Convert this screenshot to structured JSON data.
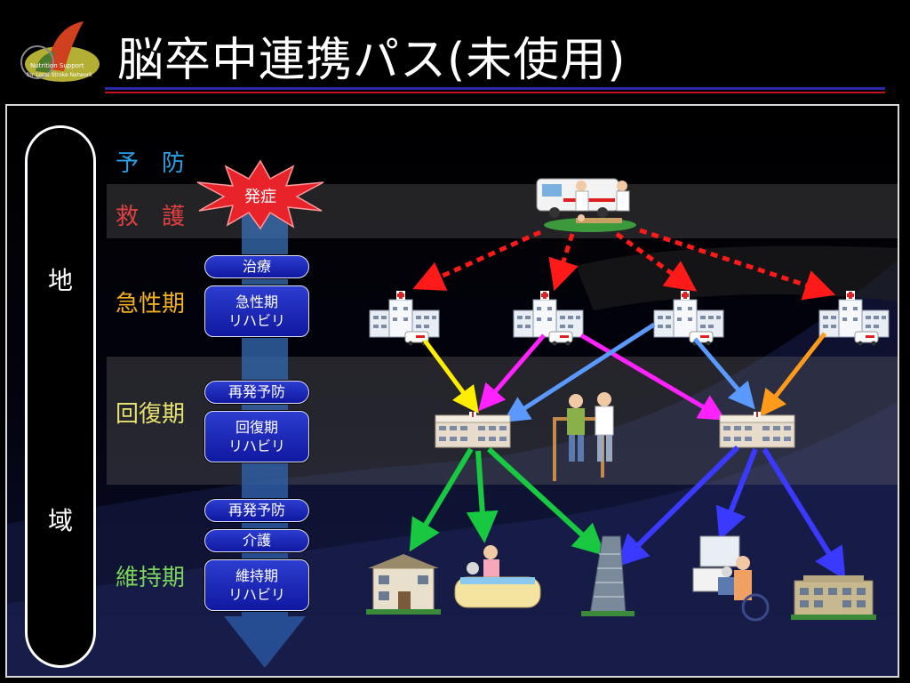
{
  "title": "脳卒中連携パス(未使用)",
  "logo": {
    "lines": [
      "Nutrition Support",
      "for Local Stroke Network"
    ]
  },
  "colors": {
    "title_line_blue": "#2a2aa8",
    "title_line_red": "#c1101b",
    "box_blue": "#1a28c0",
    "burst_red": "#e8232a",
    "yobo": "#2aa0e6",
    "kyugo": "#e04040",
    "kyuseiki": "#f3b020",
    "kaifukuki": "#e6e070",
    "ijiki": "#7ad35a"
  },
  "side": {
    "top": "地",
    "bottom": "域"
  },
  "phases": {
    "yobo": "予　防",
    "kyugo": "救　護",
    "kyuseiki": "急性期",
    "kaifukuki": "回復期",
    "ijiki": "維持期"
  },
  "burst": "発症",
  "boxes": {
    "chiryo": "治療",
    "kyusei_reha_1": "急性期",
    "kyusei_reha_2": "リハビリ",
    "saihatsu_1": "再発予防",
    "kaifuku_reha_1": "回復期",
    "kaifuku_reha_2": "リハビリ",
    "saihatsu_2": "再発予防",
    "kaigo": "介護",
    "iji_reha_1": "維持期",
    "iji_reha_2": "リハビリ"
  },
  "icons": [
    "ambulance-icon",
    "hospital-icon",
    "rehab-hospital-icon",
    "walking-rehab-icon",
    "house-icon",
    "bath-care-icon",
    "tower-apartment-icon",
    "wheelchair-care-icon",
    "nursing-home-icon"
  ]
}
